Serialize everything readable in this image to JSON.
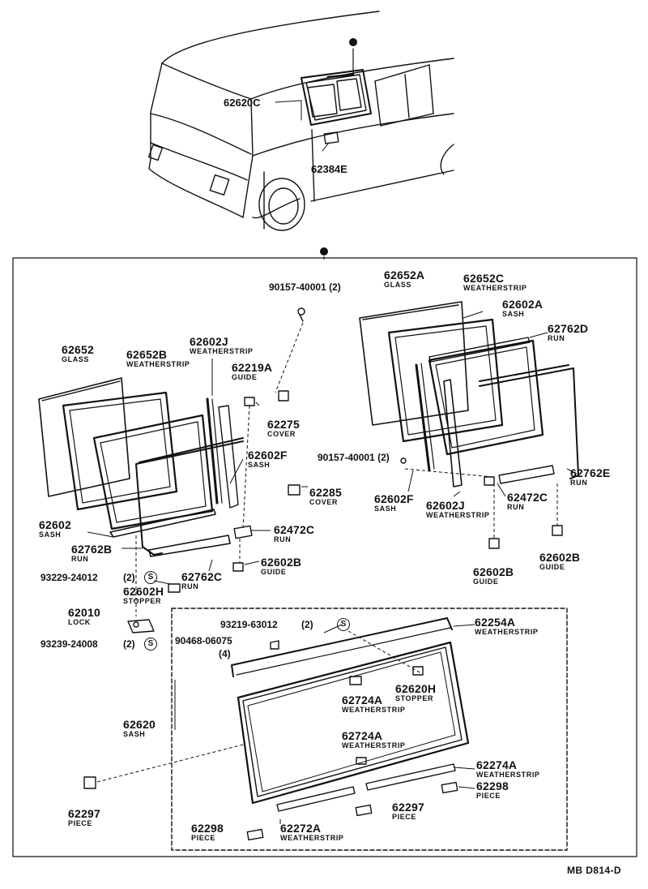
{
  "ref_code": "MB D814-D",
  "labels": {
    "p62620C": "62620C",
    "p62384E": "62384E",
    "p90157a": "90157-40001 (2)",
    "p62652A": {
      "num": "62652A",
      "name": "GLASS"
    },
    "p62652C": {
      "num": "62652C",
      "name": "WEATHERSTRIP"
    },
    "p62602A": {
      "num": "62602A",
      "name": "SASH"
    },
    "p62762D": {
      "num": "62762D",
      "name": "RUN"
    },
    "p62652": {
      "num": "62652",
      "name": "GLASS"
    },
    "p62652B": {
      "num": "62652B",
      "name": "WEATHERSTRIP"
    },
    "p62602J_l": {
      "num": "62602J",
      "name": "WEATHERSTRIP"
    },
    "p62219A": {
      "num": "62219A",
      "name": "GUIDE"
    },
    "p62275": {
      "num": "62275",
      "name": "COVER"
    },
    "p62602F_l": {
      "num": "62602F",
      "name": "SASH"
    },
    "p90157b": "90157-40001 (2)",
    "p62762E": {
      "num": "62762E",
      "name": "RUN"
    },
    "p62285": {
      "num": "62285",
      "name": "COVER"
    },
    "p62602F_r": {
      "num": "62602F",
      "name": "SASH"
    },
    "p62602J_r": {
      "num": "62602J",
      "name": "WEATHERSTRIP"
    },
    "p62472C_r": {
      "num": "62472C",
      "name": "RUN"
    },
    "p62602": {
      "num": "62602",
      "name": "SASH"
    },
    "p62472C_l": {
      "num": "62472C",
      "name": "RUN"
    },
    "p62762B": {
      "num": "62762B",
      "name": "RUN"
    },
    "p62602B_l": {
      "num": "62602B",
      "name": "GUIDE"
    },
    "p62762C": {
      "num": "62762C",
      "name": "RUN"
    },
    "p62602B_m": {
      "num": "62602B",
      "name": "GUIDE"
    },
    "p62602B_r": {
      "num": "62602B",
      "name": "GUIDE"
    },
    "p93229": "93229-24012",
    "p93229q": "(2)",
    "p62602H": {
      "num": "62602H",
      "name": "STOPPER"
    },
    "p62010": {
      "num": "62010",
      "name": "LOCK"
    },
    "p93239": "93239-24008",
    "p93239q": "(2)",
    "p93219": "93219-63012",
    "p93219q": "(2)",
    "p62254A": {
      "num": "62254A",
      "name": "WEATHERSTRIP"
    },
    "p90468": "90468-06075",
    "p90468q": "(4)",
    "p62620H": {
      "num": "62620H",
      "name": "STOPPER"
    },
    "p62724A_1": {
      "num": "62724A",
      "name": "WEATHERSTRIP"
    },
    "p62724A_2": {
      "num": "62724A",
      "name": "WEATHERSTRIP"
    },
    "p62620": {
      "num": "62620",
      "name": "SASH"
    },
    "p62274A": {
      "num": "62274A",
      "name": "WEATHERSTRIP"
    },
    "p62298_r": {
      "num": "62298",
      "name": "PIECE"
    },
    "p62297_r": {
      "num": "62297",
      "name": "PIECE"
    },
    "p62297_l": {
      "num": "62297",
      "name": "PIECE"
    },
    "p62298_l": {
      "num": "62298",
      "name": "PIECE"
    },
    "p62272A": {
      "num": "62272A",
      "name": "WEATHERSTRIP"
    }
  },
  "screw_symbol": "S",
  "icons": {
    "vehicle": "van-rear-icon",
    "location_marker": "filled-circle-marker"
  }
}
